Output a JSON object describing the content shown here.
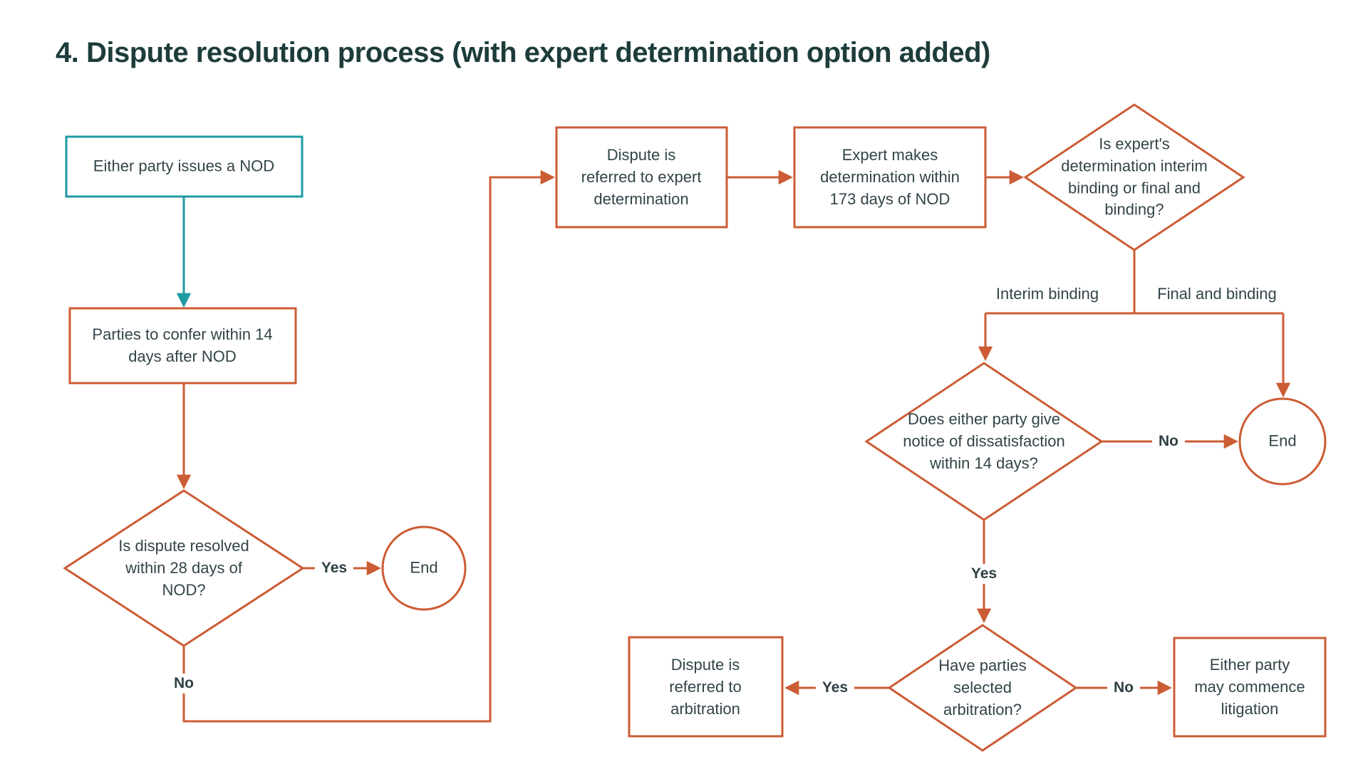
{
  "title": "4. Dispute resolution process (with expert determination option added)",
  "colors": {
    "accent_orange": "#cc5c34",
    "accent_teal": "#1e9ba4",
    "title_text": "#1d3c3b",
    "node_text": "#324449"
  },
  "nodes": {
    "nod": {
      "label": "Either party issues a NOD"
    },
    "confer": {
      "label": "Parties to confer within 14\ndays after NOD"
    },
    "resolved_question": {
      "label": "Is dispute resolved\nwithin 28 days of\nNOD?"
    },
    "end1": {
      "label": "End"
    },
    "expert_referral": {
      "label": "Dispute is\nreferred to expert\ndetermination"
    },
    "expert_determination": {
      "label": "Expert makes\ndetermination within\n173 days of NOD"
    },
    "binding_question": {
      "label": "Is expert's\ndetermination interim\nbinding or final and\nbinding?"
    },
    "dissatisfaction_question": {
      "label": "Does either party give\nnotice of dissatisfaction\nwithin 14 days?"
    },
    "end2": {
      "label": "End"
    },
    "arbitration_question": {
      "label": "Have parties\nselected\narbitration?"
    },
    "arbitration": {
      "label": "Dispute is\nreferred to\narbitration"
    },
    "litigation": {
      "label": "Either party\nmay commence\nlitigation"
    }
  },
  "edge_labels": {
    "yes_resolved": "Yes",
    "no_resolved": "No",
    "interim_binding": "Interim binding",
    "final_and_binding": "Final and binding",
    "no_dissatisfaction": "No",
    "yes_dissatisfaction": "Yes",
    "yes_arbitration": "Yes",
    "no_arbitration": "No"
  }
}
